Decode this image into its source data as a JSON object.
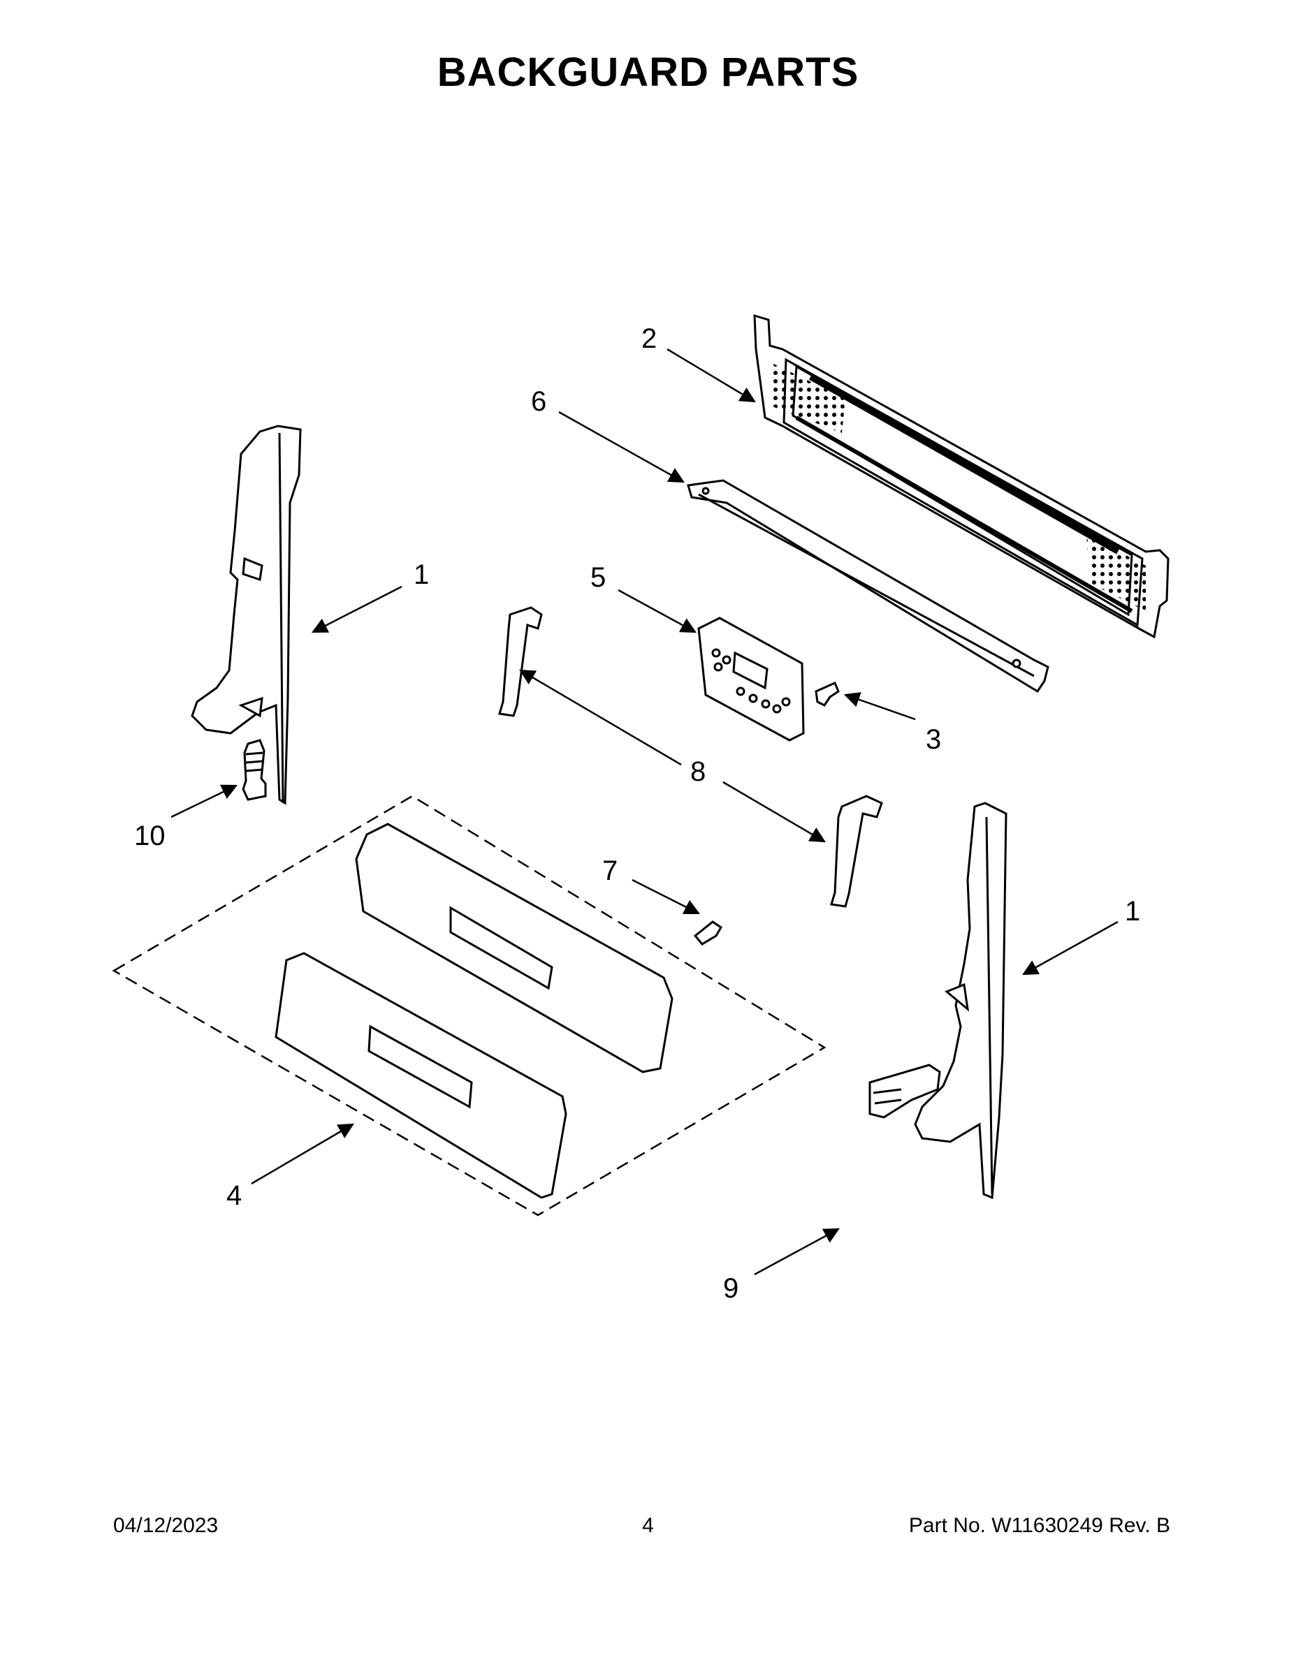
{
  "page": {
    "title": "BACKGUARD PARTS"
  },
  "callouts": [
    {
      "id": "c2",
      "label": "2"
    },
    {
      "id": "c6",
      "label": "6"
    },
    {
      "id": "c1a",
      "label": "1"
    },
    {
      "id": "c5",
      "label": "5"
    },
    {
      "id": "c3",
      "label": "3"
    },
    {
      "id": "c8",
      "label": "8"
    },
    {
      "id": "c10",
      "label": "10"
    },
    {
      "id": "c7",
      "label": "7"
    },
    {
      "id": "c1b",
      "label": "1"
    },
    {
      "id": "c4",
      "label": "4"
    },
    {
      "id": "c9",
      "label": "9"
    }
  ],
  "footer": {
    "date": "04/12/2023",
    "page_number": "4",
    "part_number": "Part No.  W11630249  Rev.  B"
  }
}
